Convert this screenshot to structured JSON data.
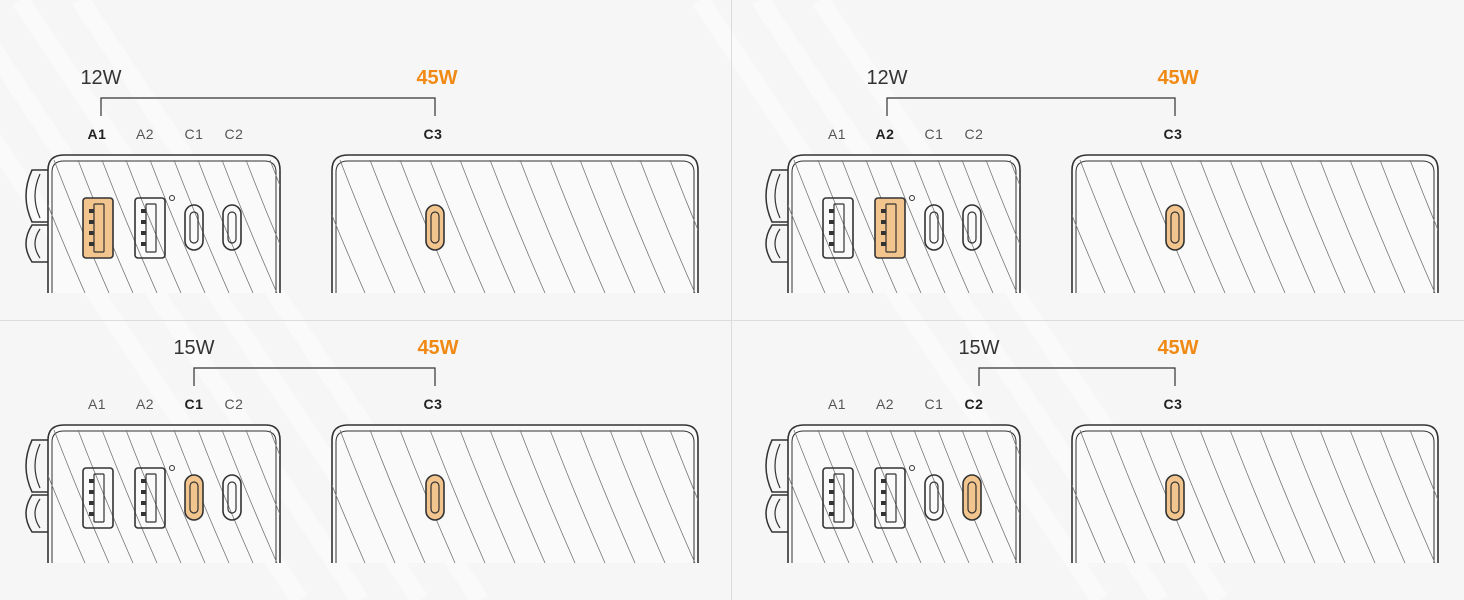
{
  "colors": {
    "accent": "#f08a14",
    "port_highlight": "#f2c48e",
    "line": "#333333"
  },
  "panels": [
    {
      "low_watt": "12W",
      "high_watt": "45W",
      "active_port": "A1",
      "ports": [
        "A1",
        "A2",
        "C1",
        "C2"
      ],
      "right_port": "C3"
    },
    {
      "low_watt": "12W",
      "high_watt": "45W",
      "active_port": "A2",
      "ports": [
        "A1",
        "A2",
        "C1",
        "C2"
      ],
      "right_port": "C3"
    },
    {
      "low_watt": "15W",
      "high_watt": "45W",
      "active_port": "C1",
      "ports": [
        "A1",
        "A2",
        "C1",
        "C2"
      ],
      "right_port": "C3"
    },
    {
      "low_watt": "15W",
      "high_watt": "45W",
      "active_port": "C2",
      "ports": [
        "A1",
        "A2",
        "C1",
        "C2"
      ],
      "right_port": "C3"
    }
  ]
}
